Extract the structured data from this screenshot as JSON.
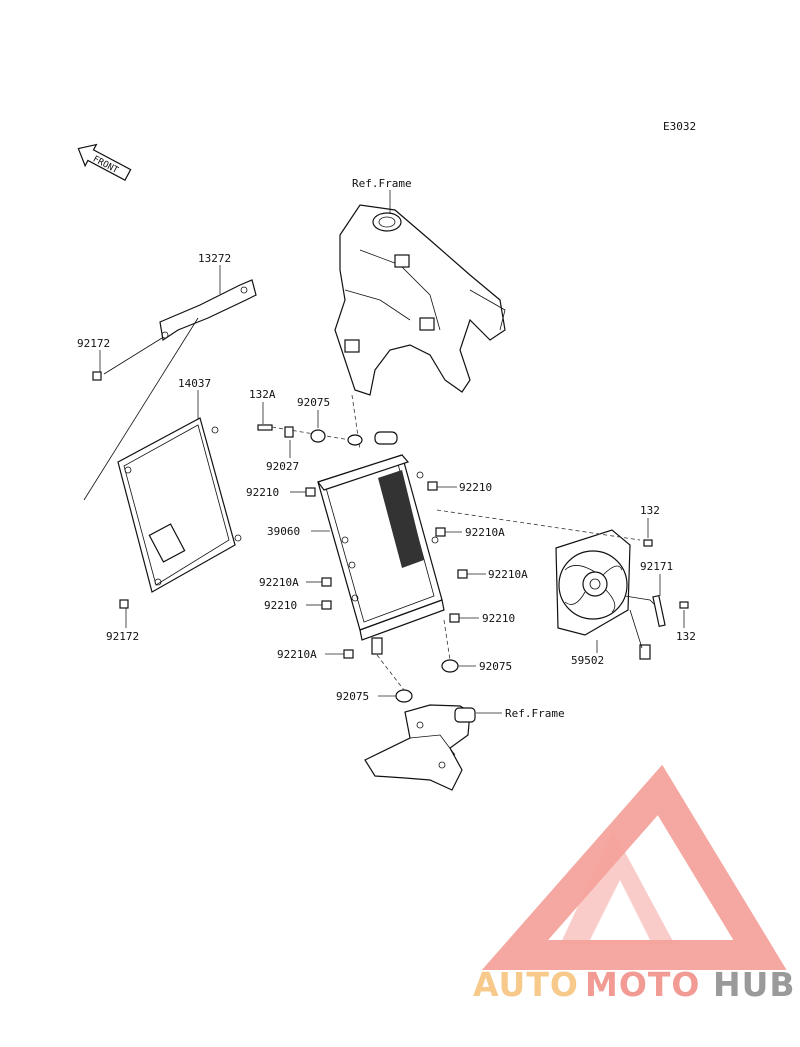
{
  "diagram_code": "E3032",
  "front_label": "FRONT",
  "labels": {
    "ref_frame_top": "Ref.Frame",
    "ref_frame_bottom": "Ref.Frame",
    "p13272": "13272",
    "p92172_top": "92172",
    "p14037": "14037",
    "p92172_bottom": "92172",
    "p132A": "132A",
    "p92075_top": "92075",
    "p92027": "92027",
    "p92210_1": "92210",
    "p92210_2": "92210",
    "p39060": "39060",
    "p92210A_1": "92210A",
    "p92210A_2": "92210A",
    "p92210_3": "92210",
    "p92210_4": "92210",
    "p92210A_3": "92210A",
    "p92075_right": "92075",
    "p92075_left": "92075",
    "p132_top": "132",
    "p92171": "92171",
    "p132_right": "132",
    "p59502": "59502"
  },
  "watermark": {
    "auto": "AUTO",
    "moto": "MOTO",
    "hub": "HUB",
    "colors": {
      "auto": "#f7c98a",
      "moto": "#f29a94",
      "hub": "#9a9a9a",
      "logo": "#f4a39c"
    }
  }
}
